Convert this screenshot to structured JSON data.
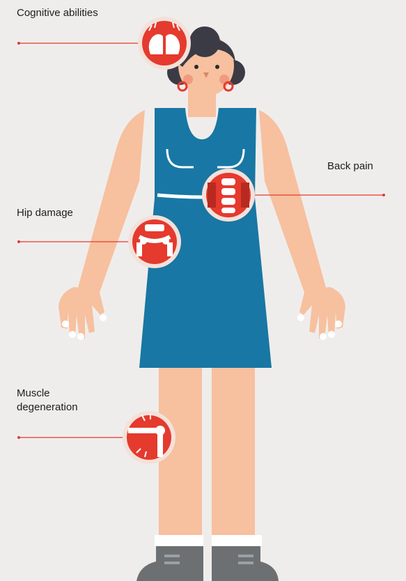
{
  "callouts": [
    {
      "label": "Cognitive abilities",
      "icon": "brain-icon"
    },
    {
      "label": "Back pain",
      "icon": "spine-icon"
    },
    {
      "label": "Hip damage",
      "icon": "pelvis-icon"
    },
    {
      "label": "Muscle\ndegeneration",
      "icon": "knee-joint-icon"
    }
  ],
  "colors": {
    "background": "#efedeb",
    "accent_red": "#e53a2e",
    "dress_blue": "#1877a4",
    "skin": "#f7c09f",
    "hair": "#3a3b45",
    "shoes": "#6c7073"
  }
}
